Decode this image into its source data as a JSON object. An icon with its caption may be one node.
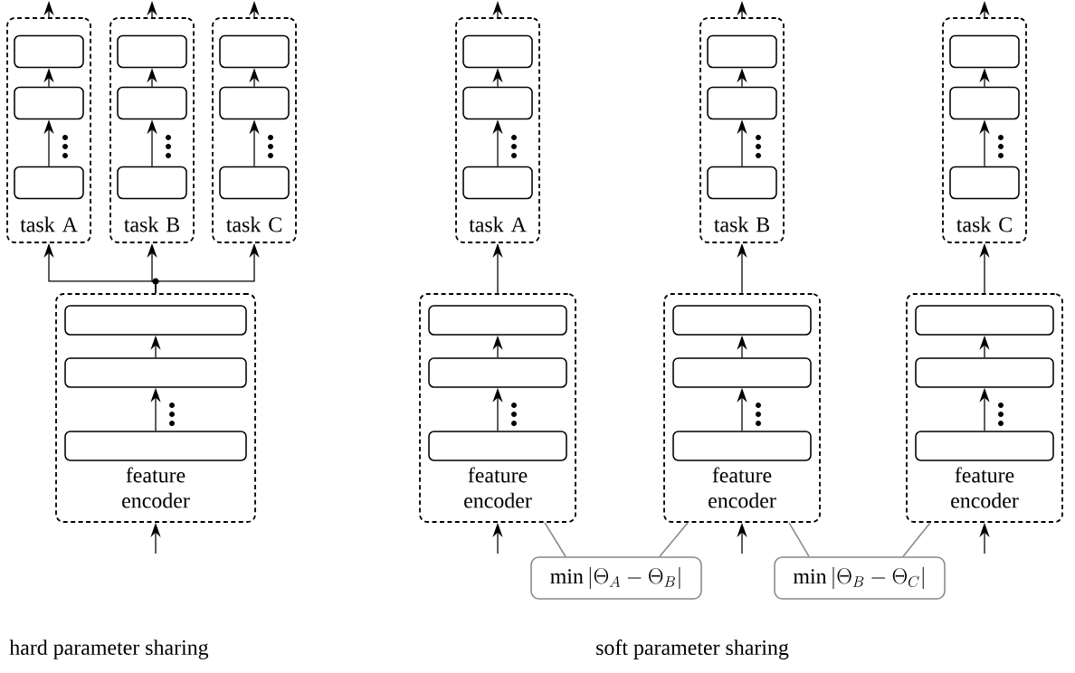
{
  "diagram": {
    "nodes": [
      {
        "text": [
          "task A"
        ]
      },
      {
        "text": [],
        "shape": "box",
        "in": 0
      },
      {
        "text": [],
        "shape": "box",
        "in": 0
      },
      {
        "text": [],
        "shape": "box",
        "in": 0
      },
      {
        "text": [
          "task B"
        ]
      },
      {
        "text": [],
        "shape": "box",
        "in": 4
      },
      {
        "text": [],
        "shape": "box",
        "in": 4
      },
      {
        "text": [],
        "shape": "box",
        "in": 4
      },
      {
        "text": [
          "task C"
        ]
      },
      {
        "text": [],
        "shape": "box",
        "in": 8
      },
      {
        "text": [],
        "shape": "box",
        "in": 8
      },
      {
        "text": [],
        "shape": "box",
        "in": 8
      },
      {
        "text": [
          "feature encoder"
        ]
      },
      {
        "text": [],
        "shape": "box",
        "in": 12
      },
      {
        "text": [],
        "shape": "box",
        "in": 12
      },
      {
        "text": [],
        "shape": "box",
        "in": 12
      },
      {
        "text": [
          "task A"
        ]
      },
      {
        "text": [],
        "shape": "box",
        "in": 16
      },
      {
        "text": [],
        "shape": "box",
        "in": 16
      },
      {
        "text": [],
        "shape": "box",
        "in": 16
      },
      {
        "text": [
          "task B"
        ]
      },
      {
        "text": [],
        "shape": "box",
        "in": 20
      },
      {
        "text": [],
        "shape": "box",
        "in": 20
      },
      {
        "text": [],
        "shape": "box",
        "in": 20
      },
      {
        "text": [
          "task C"
        ]
      },
      {
        "text": [],
        "shape": "box",
        "in": 24
      },
      {
        "text": [],
        "shape": "box",
        "in": 24
      },
      {
        "text": [],
        "shape": "box",
        "in": 24
      },
      {
        "text": [
          "feature encoder"
        ]
      },
      {
        "text": [],
        "shape": "box",
        "in": 28
      },
      {
        "text": [],
        "shape": "box",
        "in": 28
      },
      {
        "text": [],
        "shape": "box",
        "in": 28
      },
      {
        "text": [
          "feature encoder"
        ]
      },
      {
        "text": [],
        "shape": "box",
        "in": 32
      },
      {
        "text": [],
        "shape": "box",
        "in": 32
      },
      {
        "text": [],
        "shape": "box",
        "in": 32
      },
      {
        "text": [
          "feature encoder"
        ]
      },
      {
        "text": [],
        "shape": "box",
        "in": 36
      },
      {
        "text": [],
        "shape": "box",
        "in": 36
      },
      {
        "text": [],
        "shape": "box",
        "in": 36
      },
      {
        "text": [
          "\\min|\\Theta_A - \\Theta_B|"
        ]
      },
      {
        "text": [
          "\\min|\\Theta_B - \\Theta_C|"
        ]
      }
    ],
    "edges": [
      {
        "from": 3,
        "to": 2,
        "arrow": "to"
      },
      {
        "from": 2,
        "to": 1,
        "arrow": "to"
      },
      {
        "from": 0,
        "to": null,
        "arrow": "to"
      },
      {
        "from": 7,
        "to": 6,
        "arrow": "to"
      },
      {
        "from": 6,
        "to": 5,
        "arrow": "to"
      },
      {
        "from": 4,
        "to": null,
        "arrow": "to"
      },
      {
        "from": 11,
        "to": 10,
        "arrow": "to"
      },
      {
        "from": 10,
        "to": 9,
        "arrow": "to"
      },
      {
        "from": 8,
        "to": null,
        "arrow": "to"
      },
      {
        "from": 15,
        "to": 14,
        "arrow": "to"
      },
      {
        "from": 14,
        "to": 13,
        "arrow": "to"
      },
      {
        "from": null,
        "to": 12,
        "arrow": "to"
      },
      {
        "from": 12,
        "to": 0,
        "arrow": "to"
      },
      {
        "from": 12,
        "to": 4,
        "arrow": "to"
      },
      {
        "from": 12,
        "to": 8,
        "arrow": "to"
      },
      {
        "from": 19,
        "to": 18,
        "arrow": "to"
      },
      {
        "from": 18,
        "to": 17,
        "arrow": "to"
      },
      {
        "from": 16,
        "to": null,
        "arrow": "to"
      },
      {
        "from": 23,
        "to": 22,
        "arrow": "to"
      },
      {
        "from": 22,
        "to": 21,
        "arrow": "to"
      },
      {
        "from": 20,
        "to": null,
        "arrow": "to"
      },
      {
        "from": 27,
        "to": 26,
        "arrow": "to"
      },
      {
        "from": 26,
        "to": 25,
        "arrow": "to"
      },
      {
        "from": 24,
        "to": null,
        "arrow": "to"
      },
      {
        "from": 31,
        "to": 30,
        "arrow": "to"
      },
      {
        "from": 30,
        "to": 29,
        "arrow": "to"
      },
      {
        "from": null,
        "to": 28,
        "arrow": "to"
      },
      {
        "from": 35,
        "to": 34,
        "arrow": "to"
      },
      {
        "from": 34,
        "to": 33,
        "arrow": "to"
      },
      {
        "from": null,
        "to": 32,
        "arrow": "to"
      },
      {
        "from": 39,
        "to": 38,
        "arrow": "to"
      },
      {
        "from": 38,
        "to": 37,
        "arrow": "to"
      },
      {
        "from": null,
        "to": 36,
        "arrow": "to"
      },
      {
        "from": 28,
        "to": 16,
        "arrow": "to"
      },
      {
        "from": 32,
        "to": 20,
        "arrow": "to"
      },
      {
        "from": 36,
        "to": 24,
        "arrow": "to"
      },
      {
        "from": 28,
        "to": 40,
        "arrow": "none",
        "color": "#888888"
      },
      {
        "from": 32,
        "to": 40,
        "arrow": "none",
        "color": "#888888"
      },
      {
        "from": 32,
        "to": 41,
        "arrow": "none",
        "color": "#888888"
      },
      {
        "from": 36,
        "to": 41,
        "arrow": "none",
        "color": "#888888"
      }
    ],
    "labels": [
      "hard parameter sharing",
      "soft parameter sharing"
    ]
  }
}
